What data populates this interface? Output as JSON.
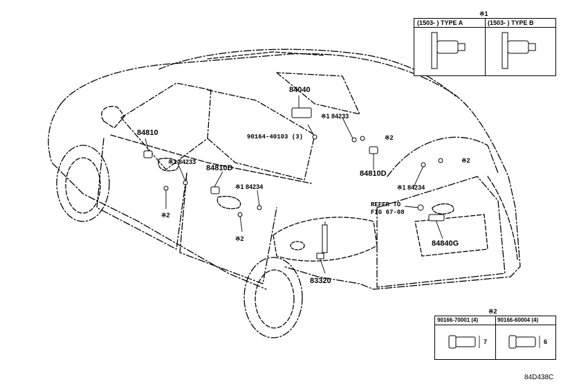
{
  "diagram": {
    "title_mark_1": "※1",
    "title_mark_2": "※2",
    "box1": {
      "col_a": "(1503-      ) TYPE A",
      "col_b": "(1503-      ) TYPE B"
    },
    "box2": {
      "col_a": "90166-70001 (4)",
      "col_b": "90166-60004 (4)",
      "dim_a": "7",
      "dim_b": "6"
    },
    "labels": {
      "p84040": "84040",
      "p84233_top": "※1 84233",
      "p90164": "90164-40103 (3)",
      "mark2_a": "※2",
      "p84810": "84810",
      "p84233_left": "※1 84233",
      "p84810D_mid": "84810D",
      "p84810D_right": "84810D",
      "mark2_b": "※2",
      "p84234_mid": "※1 84234",
      "p84234_right": "※1 84234",
      "refer": "REFER TO",
      "fig": "FIG 67-08",
      "mark2_left": "※2",
      "mark2_mid": "※2",
      "p84840G": "84840G",
      "p83320": "83320",
      "code": "84D438C"
    }
  }
}
